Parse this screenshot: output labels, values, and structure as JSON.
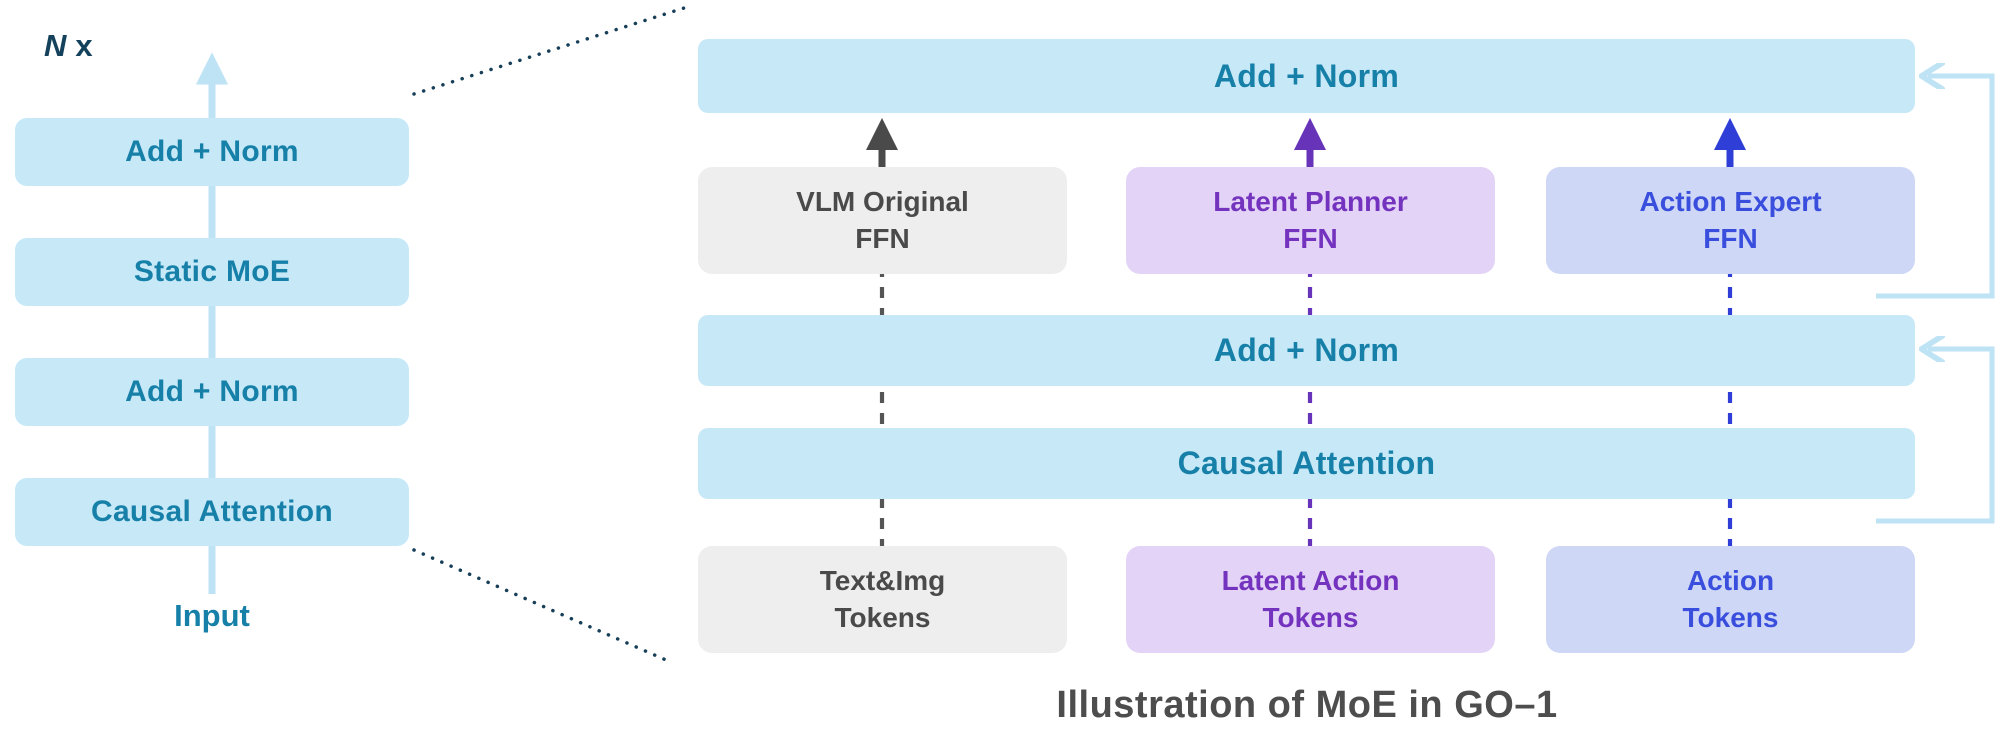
{
  "caption": "Illustration of MoE in GO–1",
  "left_stack": {
    "repeat_label": {
      "n": "N",
      "times": "x"
    },
    "blocks": [
      "Add + Norm",
      "Static MoE",
      "Add + Norm",
      "Causal Attention"
    ],
    "input_label": "Input"
  },
  "right_diagram": {
    "top_bar": "Add + Norm",
    "mid_bar": "Add + Norm",
    "attention_bar": "Causal Attention",
    "experts": [
      {
        "line1": "VLM Original",
        "line2": "FFN"
      },
      {
        "line1": "Latent Planner",
        "line2": "FFN"
      },
      {
        "line1": "Action Expert",
        "line2": "FFN"
      }
    ],
    "tokens": [
      {
        "line1": "Text&Img",
        "line2": "Tokens"
      },
      {
        "line1": "Latent Action",
        "line2": "Tokens"
      },
      {
        "line1": "Action",
        "line2": "Tokens"
      }
    ]
  },
  "colors": {
    "light_blue_box": "#C6E8F7",
    "teal_text": "#1780A8",
    "gray_box": "#EEEEEE",
    "gray_text": "#4A4A4A",
    "purple_box": "#E3D3F6",
    "purple_text": "#7433BE",
    "blue_box": "#CFD7F6",
    "blue_text": "#3A4EDE",
    "residual_line": "#BEE3F5",
    "dotted_line": "#173F57"
  }
}
